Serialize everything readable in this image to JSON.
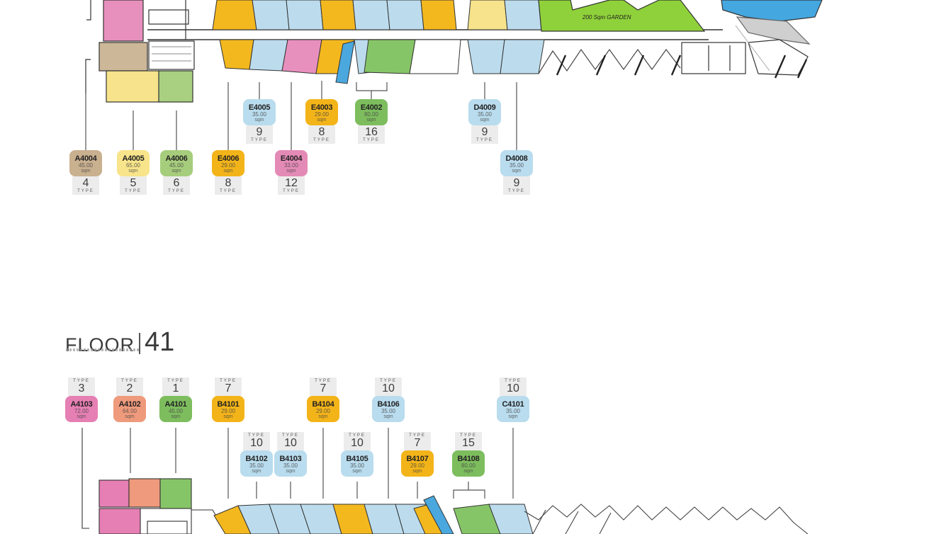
{
  "garden": {
    "label": "200 Sqm GARDEN"
  },
  "floor_upper": {
    "tags": [
      {
        "code": "E4005",
        "area": "35.00",
        "unit": "sqm",
        "type_num": "9",
        "type_word": "TYPE",
        "color": "blue"
      },
      {
        "code": "E4003",
        "area": "29.00",
        "unit": "sqm",
        "type_num": "8",
        "type_word": "TYPE",
        "color": "orange"
      },
      {
        "code": "E4002",
        "area": "80.00",
        "unit": "sqm",
        "type_num": "16",
        "type_word": "TYPE",
        "color": "green"
      },
      {
        "code": "D4009",
        "area": "35.00",
        "unit": "sqm",
        "type_num": "9",
        "type_word": "TYPE",
        "color": "blue"
      },
      {
        "code": "A4004",
        "area": "45.00",
        "unit": "sqm",
        "type_num": "4",
        "type_word": "TYPE",
        "color": "brown"
      },
      {
        "code": "A4005",
        "area": "65.00",
        "unit": "sqm",
        "type_num": "5",
        "type_word": "TYPE",
        "color": "yellow"
      },
      {
        "code": "A4006",
        "area": "45.00",
        "unit": "sqm",
        "type_num": "6",
        "type_word": "TYPE",
        "color": "lgreen"
      },
      {
        "code": "E4006",
        "area": "29.00",
        "unit": "sqm",
        "type_num": "8",
        "type_word": "TYPE",
        "color": "orange"
      },
      {
        "code": "E4004",
        "area": "33.00",
        "unit": "sqm",
        "type_num": "12",
        "type_word": "TYPE",
        "color": "pink"
      },
      {
        "code": "D4008",
        "area": "35.00",
        "unit": "sqm",
        "type_num": "9",
        "type_word": "TYPE",
        "color": "blue"
      }
    ]
  },
  "floor_lower": {
    "title_word": "FLOOR",
    "title_number": "41",
    "tags": [
      {
        "code": "A4103",
        "area": "72.00",
        "unit": "sqm",
        "type_num": "3",
        "type_word": "TYPE",
        "color": "rose"
      },
      {
        "code": "A4102",
        "area": "64.00",
        "unit": "sqm",
        "type_num": "2",
        "type_word": "TYPE",
        "color": "salmon"
      },
      {
        "code": "A4101",
        "area": "45.00",
        "unit": "sqm",
        "type_num": "1",
        "type_word": "TYPE",
        "color": "green"
      },
      {
        "code": "B4101",
        "area": "29.00",
        "unit": "sqm",
        "type_num": "7",
        "type_word": "TYPE",
        "color": "orange"
      },
      {
        "code": "B4104",
        "area": "29.00",
        "unit": "sqm",
        "type_num": "7",
        "type_word": "TYPE",
        "color": "orange"
      },
      {
        "code": "B4106",
        "area": "35.00",
        "unit": "sqm",
        "type_num": "10",
        "type_word": "TYPE",
        "color": "blue"
      },
      {
        "code": "C4101",
        "area": "35.00",
        "unit": "sqm",
        "type_num": "10",
        "type_word": "TYPE",
        "color": "blue"
      },
      {
        "code": "B4102",
        "area": "35.00",
        "unit": "sqm",
        "type_num": "10",
        "type_word": "TYPE",
        "color": "blue"
      },
      {
        "code": "B4103",
        "area": "35.00",
        "unit": "sqm",
        "type_num": "10",
        "type_word": "TYPE",
        "color": "blue"
      },
      {
        "code": "B4105",
        "area": "35.00",
        "unit": "sqm",
        "type_num": "10",
        "type_word": "TYPE",
        "color": "blue"
      },
      {
        "code": "B4107",
        "area": "29.00",
        "unit": "sqm",
        "type_num": "7",
        "type_word": "TYPE",
        "color": "orange"
      },
      {
        "code": "B4108",
        "area": "80.00",
        "unit": "sqm",
        "type_num": "15",
        "type_word": "TYPE",
        "color": "green"
      }
    ]
  },
  "colors": {
    "brown": "#c9b08f",
    "yellow": "#f8e48a",
    "lgreen": "#a6cd7c",
    "orange": "#f3b419",
    "pink": "#e48ab6",
    "blue": "#b9dcee",
    "green": "#7dbd5e",
    "salmon": "#ef9a7c",
    "rose": "#e67fb3",
    "garden": "#8fd13a"
  }
}
